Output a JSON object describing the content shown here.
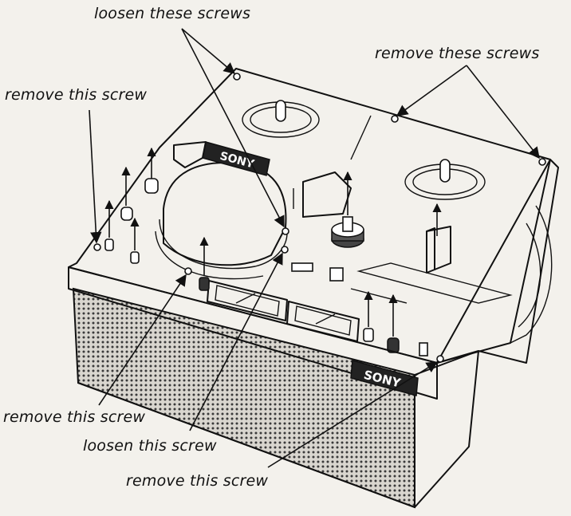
{
  "labels": {
    "loosen_these_screws": "loosen these screws",
    "remove_these_screws": "remove these screws",
    "remove_this_screw_top": "remove this screw",
    "remove_this_screw_left": "remove this screw",
    "loosen_this_screw": "loosen this screw",
    "remove_this_screw_bottom": "remove this screw"
  },
  "brand": {
    "top_logo": "SONY",
    "front_logo": "SONY"
  }
}
